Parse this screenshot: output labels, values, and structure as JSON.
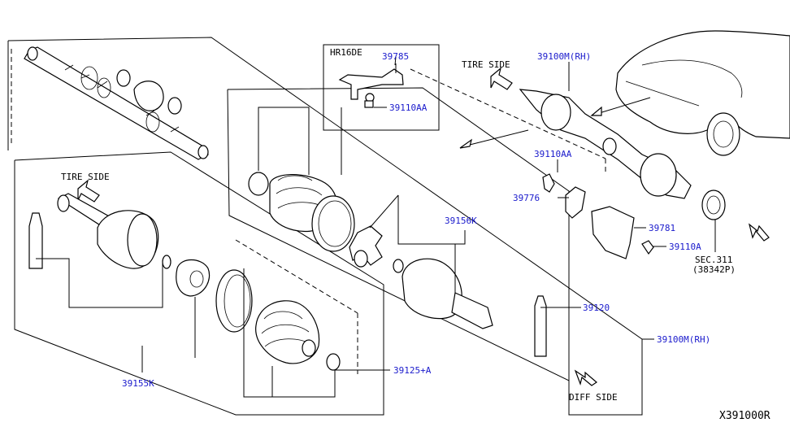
{
  "engine_label": "HR16DE",
  "directions": {
    "tire_side_upper": "TIRE SIDE",
    "tire_side_lower": "TIRE SIDE",
    "diff_side": "DIFF SIDE"
  },
  "part_numbers": {
    "p39785": "39785",
    "p39110aa_top": "39110AA",
    "p39100m_top": "39100M(RH)",
    "p39110aa_mid": "39110AA",
    "p39776": "39776",
    "p39781": "39781",
    "p39110a": "39110A",
    "sec": "SEC.311",
    "sec_ref": "(38342P)",
    "p39156k": "39156K",
    "p39120": "39120",
    "p39100m_right": "39100M(RH)",
    "p39125a": "39125+A",
    "p39155k": "39155K"
  },
  "diagram_code": "X391000R"
}
